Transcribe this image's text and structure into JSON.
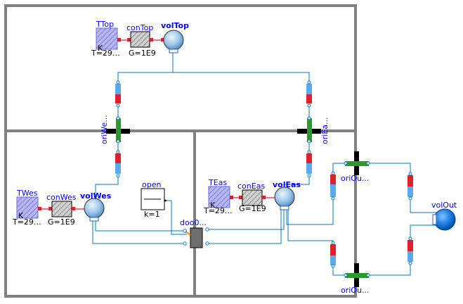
{
  "components": {
    "temp_top": {
      "name": "TTop",
      "unit": "K",
      "param": "T=29…"
    },
    "con_top": {
      "name": "conTop",
      "param": "G=1E9"
    },
    "vol_top": {
      "name": "volTop"
    },
    "temp_wes": {
      "name": "TWes",
      "unit": "K",
      "param": "T=29…"
    },
    "con_wes": {
      "name": "conWes",
      "param": "G=1E9"
    },
    "vol_wes": {
      "name": "volWes"
    },
    "temp_eas": {
      "name": "TEas",
      "unit": "K",
      "param": "T=29…"
    },
    "con_eas": {
      "name": "conEas",
      "param": "G=1E9"
    },
    "vol_eas": {
      "name": "volEas"
    },
    "open_source": {
      "name": "open",
      "param": "k=1"
    },
    "door": {
      "name": "doo0..."
    },
    "ori_wes": {
      "name": "oriWe..."
    },
    "ori_eas": {
      "name": "oriEa..."
    },
    "ori_out_top": {
      "name": "oriOu..."
    },
    "ori_out_bot": {
      "name": "oriOu..."
    },
    "vol_out": {
      "name": "volOut"
    }
  },
  "colors": {
    "label": "#0000ff",
    "wire": "#0077cc",
    "wall": "#808080",
    "port_red": "#e0202a",
    "port_blue": "#5aaaf0",
    "orifice_green": "#2a9a2a"
  }
}
